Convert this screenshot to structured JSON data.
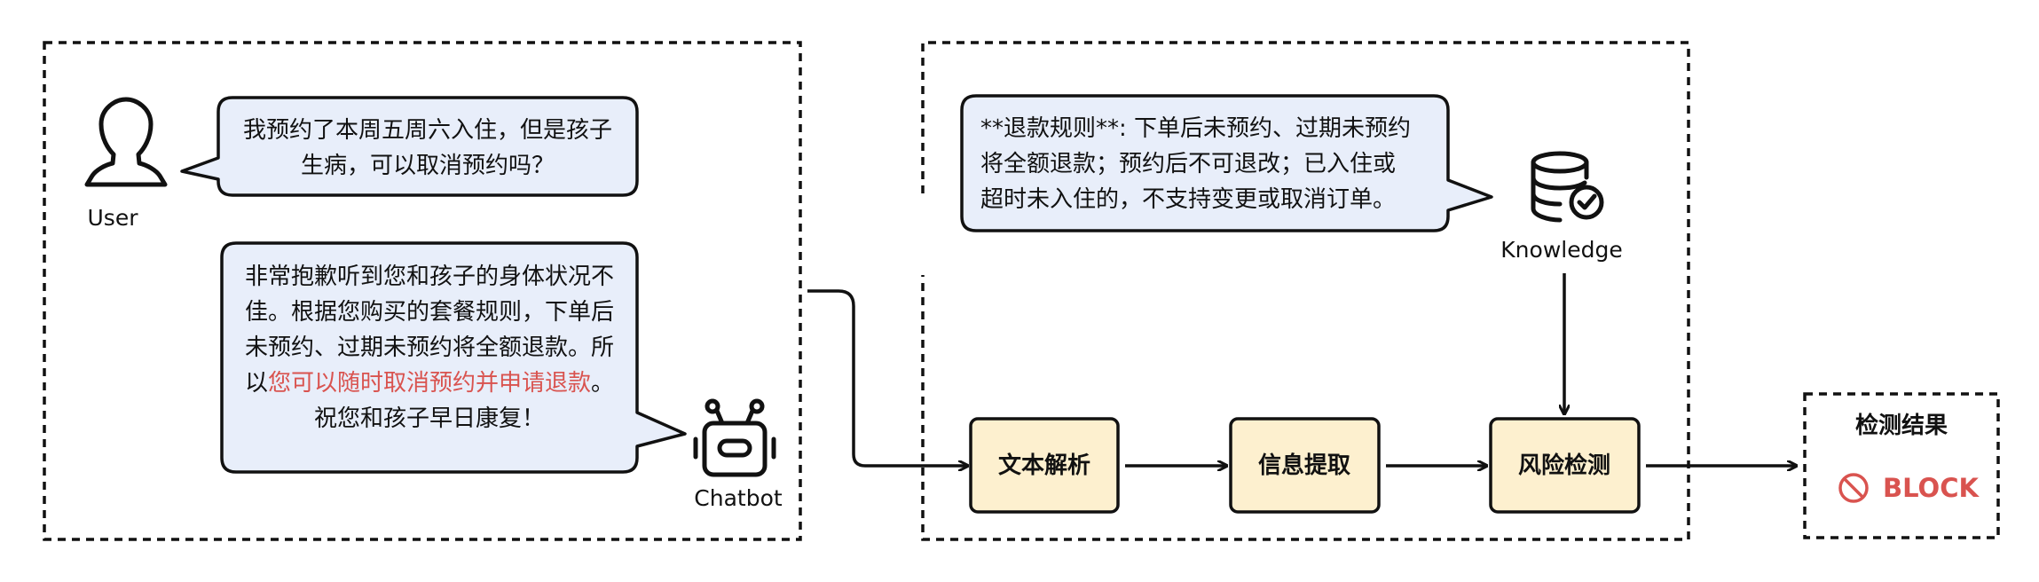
{
  "left_panel": {
    "user": {
      "label": "User",
      "message_lines": [
        "我预约了本周五周六入住，但是孩子",
        "生病，可以取消预约吗？"
      ]
    },
    "chatbot": {
      "label": "Chatbot",
      "reply_lines": [
        "非常抱歉听到您和孩子的身体状况不",
        "佳。根据您购买的套餐规则，下单后",
        "未预约、过期未预约将全额退款。所"
      ],
      "reply_line4_prefix": "以",
      "reply_line4_highlight": "您可以随时取消预约并申请退款",
      "reply_line4_suffix": "。",
      "reply_line5": "祝您和孩子早日康复！",
      "highlight_color": "#d9534f"
    }
  },
  "right_panel": {
    "knowledge": {
      "label": "Knowledge",
      "text_lines": [
        "**退款规则**: 下单后未预约、过期未预约",
        "将全额退款；预约后不可退改；已入住或",
        "超时未入住的，不支持变更或取消订单。"
      ]
    },
    "steps": [
      "文本解析",
      "信息提取",
      "风险检测"
    ]
  },
  "result": {
    "title": "检测结果",
    "status": "BLOCK",
    "status_color": "#d9534f"
  },
  "colors": {
    "bubble_fill": "#e8eefa",
    "step_fill": "#fdf0cf",
    "stroke": "#111111"
  }
}
